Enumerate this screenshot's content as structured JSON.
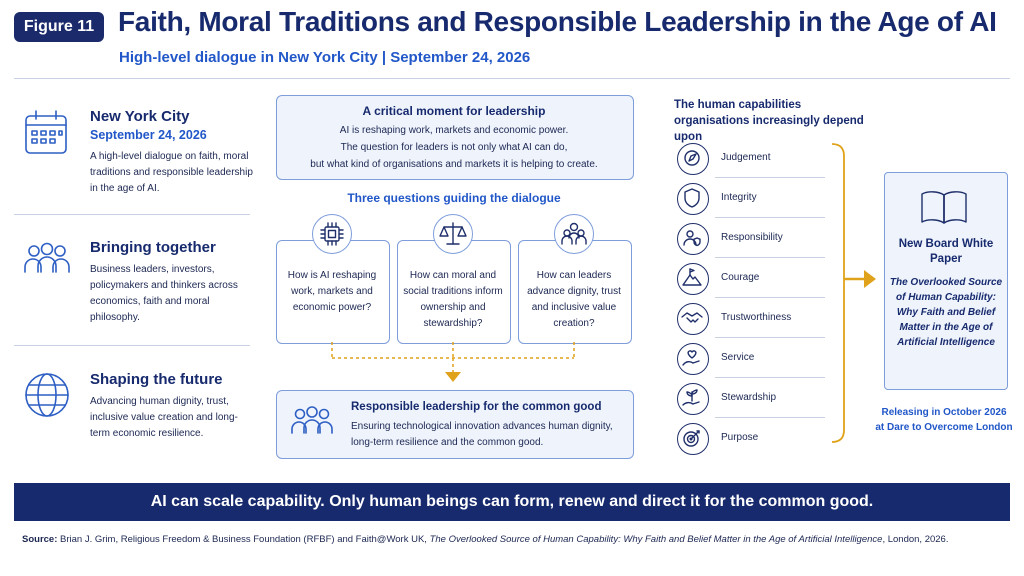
{
  "header": {
    "figure_label": "Figure 11",
    "title": "Faith, Moral Traditions and Responsible Leadership in the Age of AI",
    "subtitle": "High-level dialogue in New York City | September 24, 2026"
  },
  "left": {
    "event": {
      "title": "New York City",
      "date": "September 24, 2026",
      "text": "A high-level dialogue on faith, moral traditions and responsible leadership in the age of AI."
    },
    "bringing": {
      "title": "Bringing together",
      "text": "Business leaders, investors, policymakers and thinkers across economics, faith and moral philosophy."
    },
    "future": {
      "title": "Shaping the future",
      "text": "Advancing human dignity, trust, inclusive value creation and long-term economic resilience."
    }
  },
  "center": {
    "critical": {
      "title": "A critical moment for leadership",
      "line1": "AI is reshaping work, markets and economic power.",
      "line2": "The question for leaders is not only what AI can do,",
      "line3": "but what kind of organisations and markets it is helping to create."
    },
    "three_questions_title": "Three questions guiding the dialogue",
    "questions": [
      {
        "text": "How is AI reshaping work, markets and economic power?",
        "icon": "chip-icon"
      },
      {
        "text": "How can moral and social traditions inform ownership and stewardship?",
        "icon": "scales-icon"
      },
      {
        "text": "How can leaders advance dignity, trust and inclusive value creation?",
        "icon": "group-icon"
      }
    ],
    "responsible": {
      "title": "Responsible leadership for the common good",
      "text": "Ensuring technological innovation advances human dignity, long-term resilience and the common good."
    }
  },
  "capabilities": {
    "title": "The human capabilities organisations increasingly depend upon",
    "items": [
      {
        "label": "Judgement",
        "icon": "compass-icon"
      },
      {
        "label": "Integrity",
        "icon": "shield-icon"
      },
      {
        "label": "Responsibility",
        "icon": "person-shield-icon"
      },
      {
        "label": "Courage",
        "icon": "mountain-flag-icon"
      },
      {
        "label": "Trustworthiness",
        "icon": "handshake-icon"
      },
      {
        "label": "Service",
        "icon": "hand-heart-icon"
      },
      {
        "label": "Stewardship",
        "icon": "hand-plant-icon"
      },
      {
        "label": "Purpose",
        "icon": "target-icon"
      }
    ]
  },
  "white_paper": {
    "title": "New Board White Paper",
    "subtitle": "The Overlooked Source of Human Capability: Why Faith and Belief Matter in the Age of Artificial Intelligence",
    "release_line1": "Releasing in October 2026",
    "release_line2": "at Dare to Overcome London"
  },
  "banner": "AI can scale capability. Only human beings can form, renew and direct it for the common good.",
  "source": {
    "label": "Source:",
    "text": "Brian J. Grim, Religious Freedom & Business Foundation (RFBF) and Faith@Work UK,",
    "italic_title": "The Overlooked Source of Human Capability: Why Faith and Belief Matter in the Age of Artificial Intelligence",
    "tail": ", London, 2026."
  },
  "colors": {
    "navy": "#172a6e",
    "accent_blue": "#2157c8",
    "box_fill": "#eef3fc",
    "arrow_gold": "#e0a21a"
  }
}
